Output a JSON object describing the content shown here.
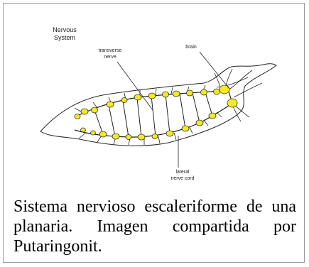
{
  "diagram": {
    "title_line1": "Nervous",
    "title_line2": "System",
    "label_transverse_line1": "transverse",
    "label_transverse_line2": "nerve",
    "label_brain": "brain",
    "label_lateral_line1": "lateral",
    "label_lateral_line2": "nerve cord",
    "ganglion_color": "#f4ea1d",
    "outline_color": "#222222"
  },
  "caption": "Sistema nervioso escaleriforme de una planaria. Imagen compartida por Putaringonit."
}
